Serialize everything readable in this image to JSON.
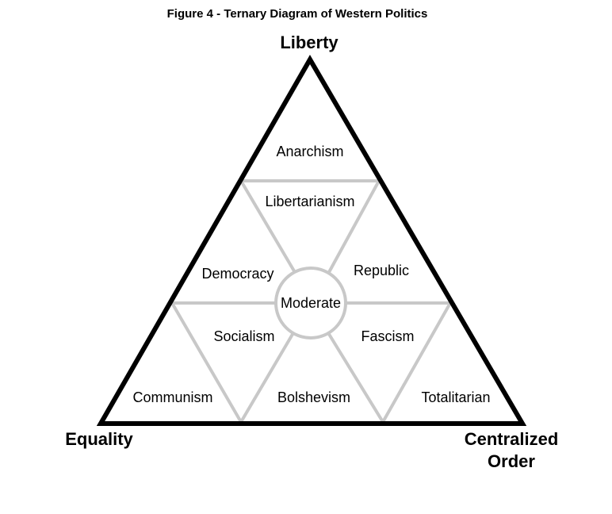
{
  "title": "Figure 4 - Ternary Diagram of Western Politics",
  "vertices": {
    "top": "Liberty",
    "bottom_left": "Equality",
    "bottom_right_line1": "Centralized",
    "bottom_right_line2": "Order"
  },
  "regions": {
    "anarchism": "Anarchism",
    "libertarianism": "Libertarianism",
    "democracy": "Democracy",
    "republic": "Republic",
    "moderate": "Moderate",
    "socialism": "Socialism",
    "fascism": "Fascism",
    "communism": "Communism",
    "bolshevism": "Bolshevism",
    "totalitarian": "Totalitarian"
  },
  "colors": {
    "outline": "#000000",
    "inner_lines": "#c8c8c8",
    "background": "#ffffff"
  }
}
